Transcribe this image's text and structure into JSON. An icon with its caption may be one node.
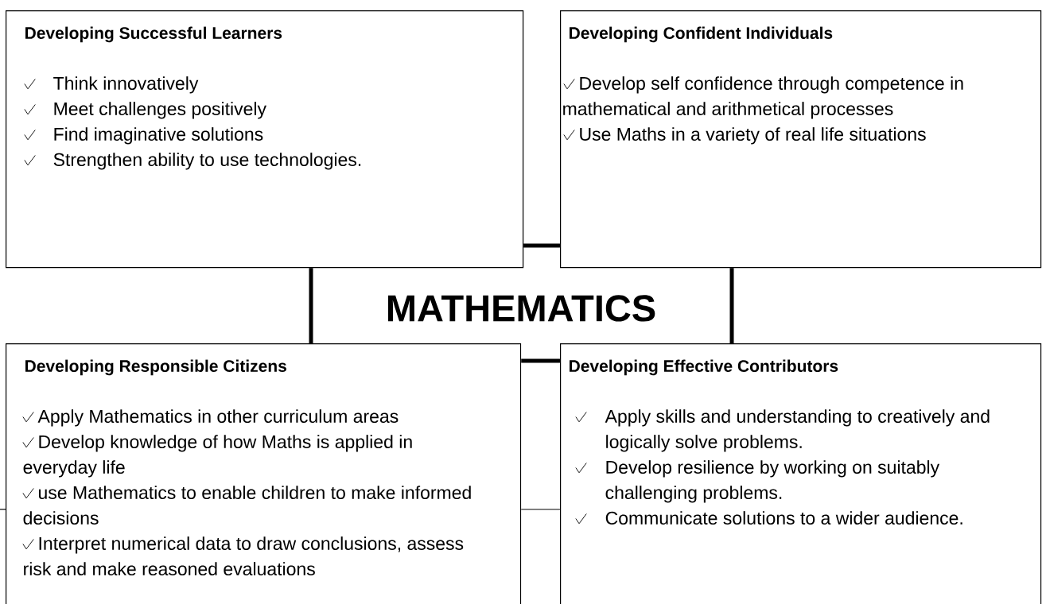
{
  "diagram": {
    "title": "MATHEMATICS",
    "nodes": [
      {
        "text": [
          "Developing Successful Learners",
          "Think innovatively",
          "Meet challenges positively",
          "Find imaginative solutions",
          "Strengthen ability to use technologies."
        ]
      },
      {
        "text": [
          "Developing Confident Individuals",
          "Develop self confidence through competence in mathematical and arithmetical processes",
          "Use Maths in a variety of real life situations"
        ]
      },
      {
        "text": [
          "Developing Responsible Citizens",
          "Apply Mathematics in other curriculum areas",
          "Develop knowledge of how Maths is applied in everyday life",
          "use Mathematics to enable children to make informed decisions",
          "Interpret numerical data to draw conclusions, assess risk and make reasoned evaluations"
        ]
      },
      {
        "text": [
          "Developing Effective Contributors",
          "Apply skills and understanding to creatively and logically solve problems.",
          "Develop resilience by working on suitably challenging problems.",
          "Communicate solutions to a wider audience."
        ]
      }
    ],
    "edges": [
      {
        "from": 0,
        "to": 1,
        "arrow": "none"
      },
      {
        "from": 0,
        "to": 2,
        "arrow": "none"
      },
      {
        "from": 1,
        "to": 3,
        "arrow": "none"
      },
      {
        "from": 2,
        "to": 3,
        "arrow": "none"
      },
      {
        "from": 2,
        "to": 3,
        "arrow": "none"
      },
      {
        "from": null,
        "to": 2,
        "arrow": "none"
      }
    ]
  }
}
